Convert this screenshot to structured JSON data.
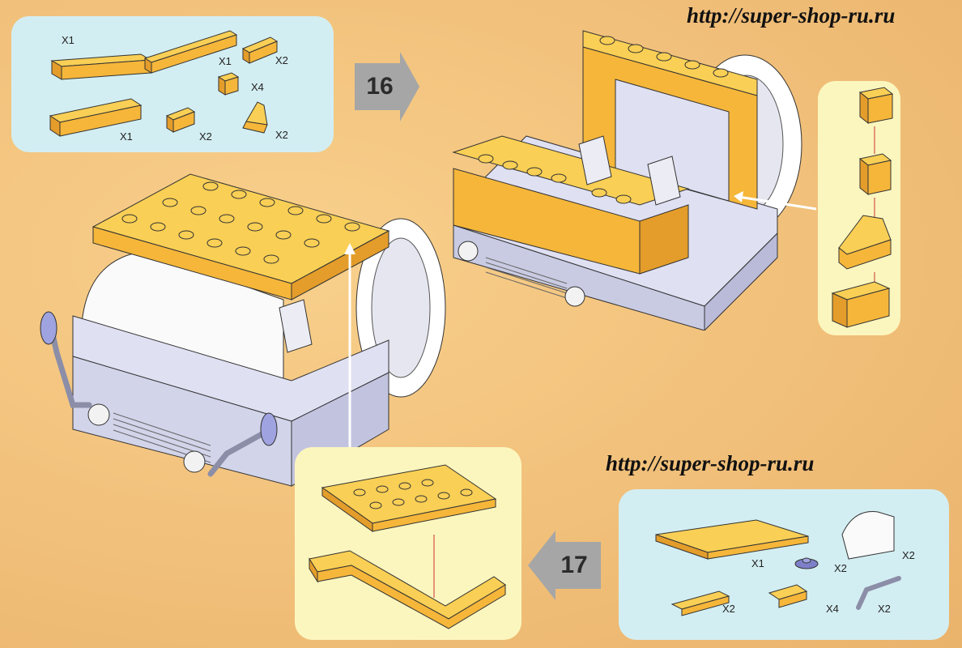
{
  "urls": [
    "http://super-shop-ru.ru",
    "http://super-shop-ru.ru"
  ],
  "steps": [
    "16",
    "17"
  ],
  "parts_16": [
    "X1",
    "X1",
    "X2",
    "X4",
    "X1",
    "X2",
    "X2"
  ],
  "parts_17": [
    "X1",
    "X2",
    "X2",
    "X2",
    "X4",
    "X2"
  ],
  "colors": {
    "brick": "#f5b63a",
    "brick_light": "#f9c94f",
    "body": "#dfe0f2",
    "parts_panel": "#d3eef2",
    "callout": "#fbf6be"
  },
  "icons": [
    "arrow-right-icon",
    "arrow-left-icon"
  ]
}
